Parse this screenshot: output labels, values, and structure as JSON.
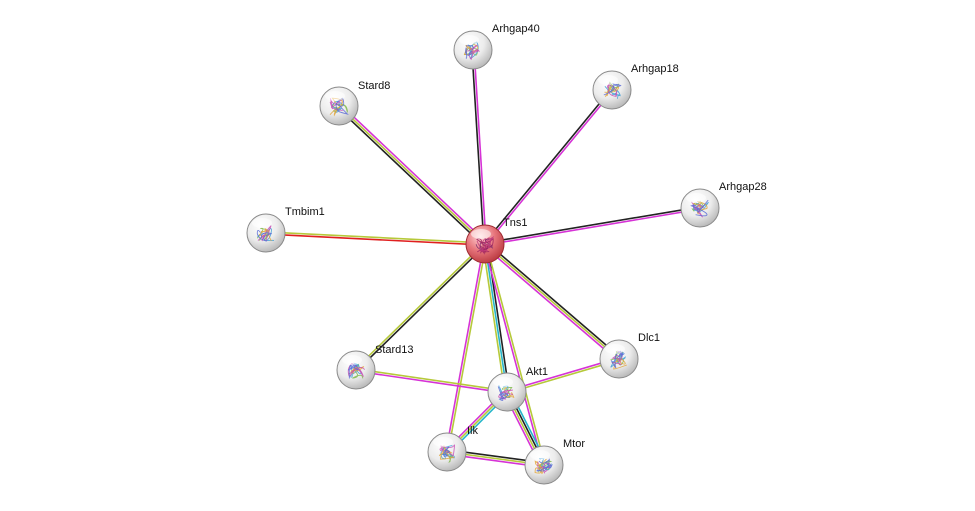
{
  "network": {
    "center": "Tns1",
    "colors": {
      "node_center": "#d9535a",
      "node_default": "#ffffff",
      "node_outline": "#8a8a8a",
      "edge_textmining": "#b6c93a",
      "edge_coexpression": "#222222",
      "edge_experiments": "#d633d6",
      "edge_database": "#26b6c9",
      "edge_neighborhood": "#e02020",
      "edge_homology": "#8080ff"
    },
    "nodes": [
      {
        "id": "tns1",
        "label": "Tns1",
        "icon": "protein-structure-icon",
        "center": true
      },
      {
        "id": "arhgap40",
        "label": "Arhgap40",
        "icon": "protein-structure-icon"
      },
      {
        "id": "arhgap18",
        "label": "Arhgap18",
        "icon": "protein-structure-icon"
      },
      {
        "id": "stard8",
        "label": "Stard8",
        "icon": "protein-structure-icon"
      },
      {
        "id": "arhgap28",
        "label": "Arhgap28",
        "icon": "protein-structure-icon"
      },
      {
        "id": "tmbim1",
        "label": "Tmbim1",
        "icon": "protein-structure-icon"
      },
      {
        "id": "stard13",
        "label": "Stard13",
        "icon": "protein-structure-icon"
      },
      {
        "id": "dlc1",
        "label": "Dlc1",
        "icon": "protein-structure-icon"
      },
      {
        "id": "akt1",
        "label": "Akt1",
        "icon": "protein-structure-icon"
      },
      {
        "id": "ilk",
        "label": "Ilk",
        "icon": "protein-structure-icon"
      },
      {
        "id": "mtor",
        "label": "Mtor",
        "icon": "protein-structure-icon"
      }
    ],
    "edges": [
      {
        "source": "tns1",
        "target": "arhgap40",
        "types": [
          "coexpression",
          "experiments"
        ]
      },
      {
        "source": "tns1",
        "target": "arhgap18",
        "types": [
          "coexpression",
          "experiments"
        ]
      },
      {
        "source": "tns1",
        "target": "stard8",
        "types": [
          "coexpression",
          "textmining",
          "experiments"
        ]
      },
      {
        "source": "tns1",
        "target": "arhgap28",
        "types": [
          "coexpression",
          "experiments"
        ]
      },
      {
        "source": "tns1",
        "target": "tmbim1",
        "types": [
          "neighborhood",
          "textmining"
        ]
      },
      {
        "source": "tns1",
        "target": "stard13",
        "types": [
          "coexpression",
          "textmining"
        ]
      },
      {
        "source": "tns1",
        "target": "dlc1",
        "types": [
          "coexpression",
          "textmining",
          "experiments"
        ]
      },
      {
        "source": "tns1",
        "target": "akt1",
        "types": [
          "coexpression",
          "database",
          "textmining"
        ]
      },
      {
        "source": "tns1",
        "target": "ilk",
        "types": [
          "textmining",
          "experiments"
        ]
      },
      {
        "source": "tns1",
        "target": "mtor",
        "types": [
          "textmining",
          "experiments"
        ]
      },
      {
        "source": "stard13",
        "target": "akt1",
        "types": [
          "textmining",
          "experiments"
        ]
      },
      {
        "source": "dlc1",
        "target": "akt1",
        "types": [
          "textmining",
          "experiments"
        ]
      },
      {
        "source": "akt1",
        "target": "ilk",
        "types": [
          "database",
          "textmining",
          "experiments"
        ]
      },
      {
        "source": "akt1",
        "target": "mtor",
        "types": [
          "database",
          "coexpression",
          "textmining",
          "experiments"
        ]
      },
      {
        "source": "ilk",
        "target": "mtor",
        "types": [
          "coexpression",
          "textmining",
          "experiments"
        ]
      }
    ]
  }
}
